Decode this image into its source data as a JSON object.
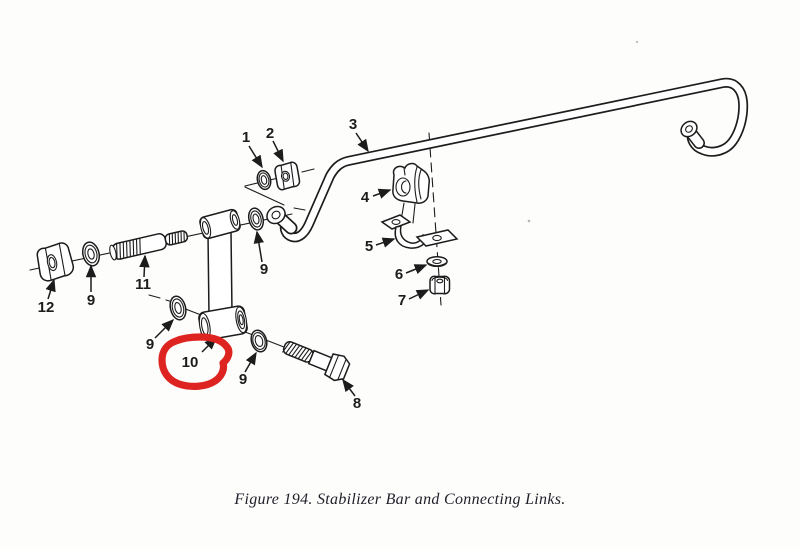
{
  "figure": {
    "caption": "Figure 194.  Stabilizer Bar and Connecting Links.",
    "highlighted_callout": "10",
    "colors": {
      "ink": "#1c1c1c",
      "annotation_red": "#de2420",
      "paper": "#fdfdfc"
    }
  },
  "callouts": [
    {
      "label": "1",
      "text": [
        246,
        142
      ],
      "arrow": [
        249,
        146,
        262,
        167
      ]
    },
    {
      "label": "2",
      "text": [
        270,
        138
      ],
      "arrow": [
        273,
        141,
        283,
        161
      ]
    },
    {
      "label": "3",
      "text": [
        353,
        129
      ],
      "arrow": [
        356,
        133,
        368,
        151
      ]
    },
    {
      "label": "4",
      "text": [
        365,
        202
      ],
      "arrow": [
        373,
        196,
        390,
        190
      ]
    },
    {
      "label": "5",
      "text": [
        369,
        251
      ],
      "arrow": [
        376,
        245,
        394,
        239
      ]
    },
    {
      "label": "6",
      "text": [
        399,
        279
      ],
      "arrow": [
        406,
        273,
        426,
        265
      ]
    },
    {
      "label": "7",
      "text": [
        402,
        305
      ],
      "arrow": [
        409,
        299,
        428,
        290
      ]
    },
    {
      "label": "8",
      "text": [
        357,
        408
      ],
      "arrow": [
        355,
        396,
        343,
        380
      ]
    },
    {
      "label": "9",
      "text": [
        91,
        305
      ],
      "arrow": [
        91,
        292,
        91,
        266
      ]
    },
    {
      "label": "9",
      "text": [
        264,
        274
      ],
      "arrow": [
        262,
        262,
        257,
        232
      ]
    },
    {
      "label": "9",
      "text": [
        150,
        349
      ],
      "arrow": [
        155,
        338,
        173,
        320
      ]
    },
    {
      "label": "9",
      "text": [
        243,
        384
      ],
      "arrow": [
        245,
        372,
        256,
        353
      ]
    },
    {
      "label": "10",
      "text": [
        190,
        367
      ],
      "arrow": [
        202,
        352,
        216,
        338
      ]
    },
    {
      "label": "11",
      "text": [
        143,
        289
      ],
      "arrow": [
        144,
        277,
        145,
        256
      ]
    },
    {
      "label": "12",
      "text": [
        46,
        312
      ],
      "arrow": [
        48,
        299,
        54,
        280
      ]
    }
  ]
}
